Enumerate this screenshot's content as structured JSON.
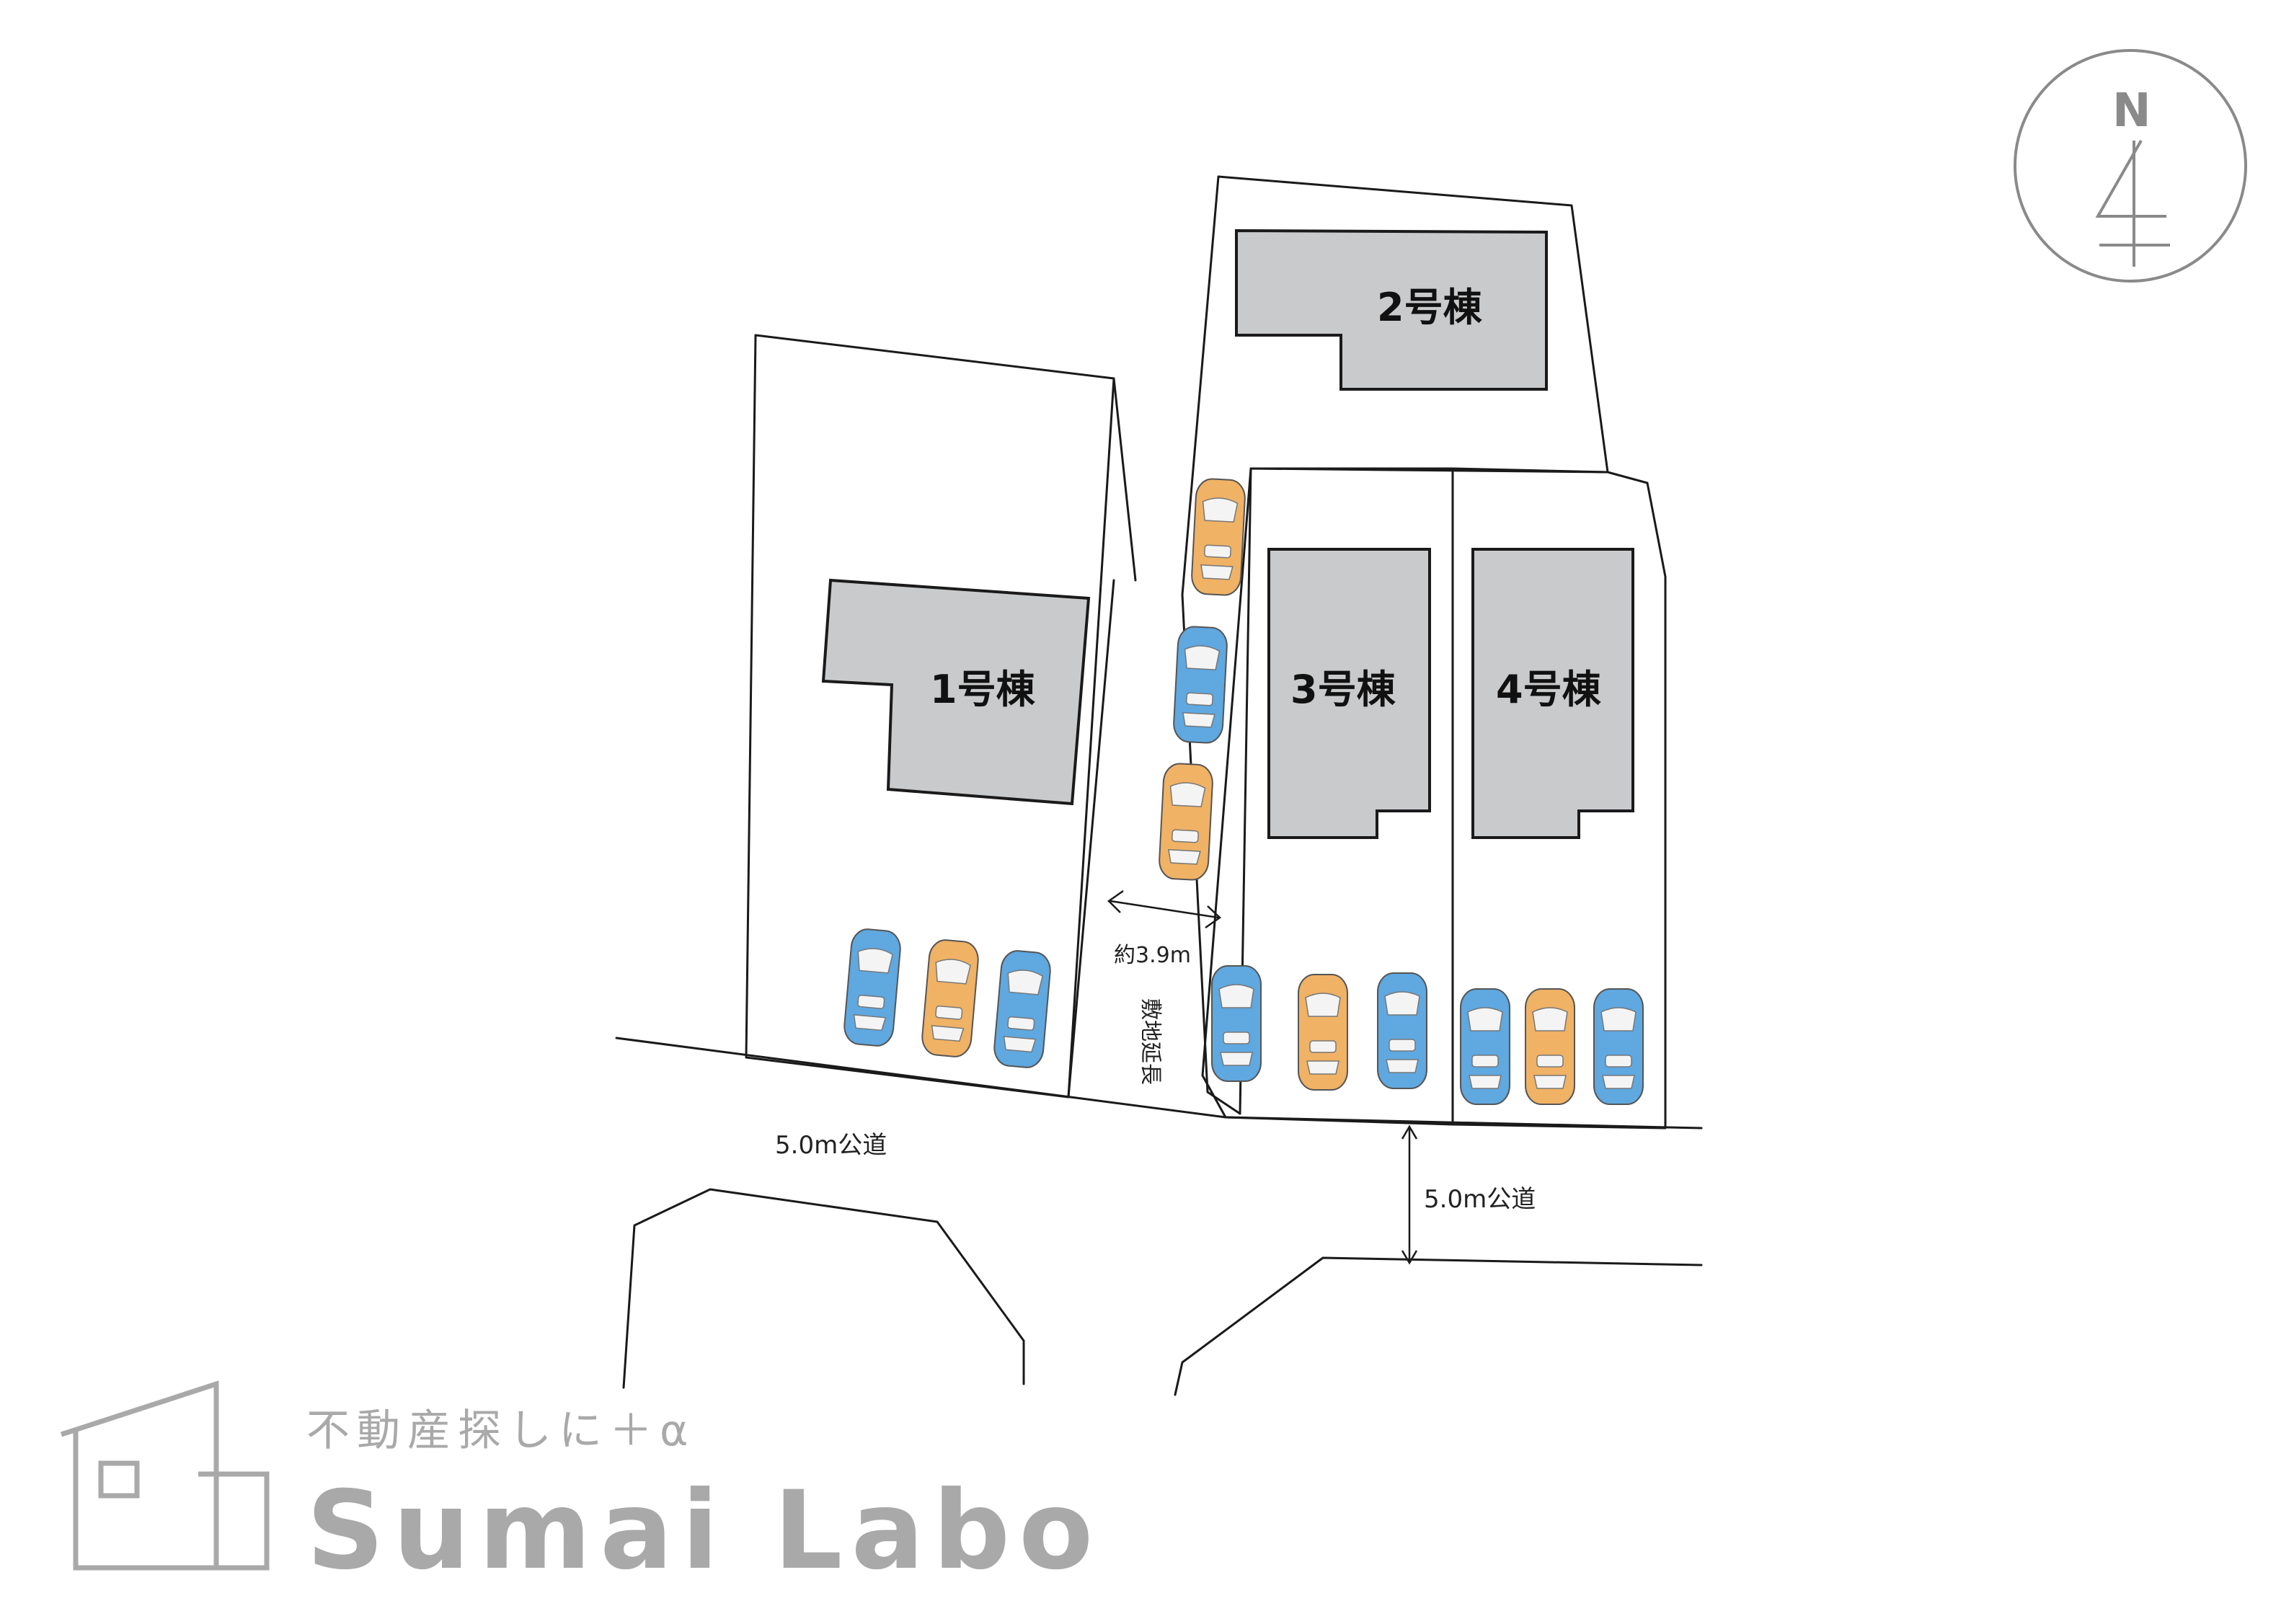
{
  "buildings": {
    "b1": "1号棟",
    "b2": "2号棟",
    "b3": "3号棟",
    "b4": "4号棟"
  },
  "labels": {
    "driveway_width": "約3.9m",
    "driveway_note": "敷地延長",
    "road_left": "5.0m公道",
    "road_right": "5.0m公道"
  },
  "compass": {
    "letter": "N",
    "icon": "north-arrow-icon"
  },
  "logo": {
    "tagline": "不動産探しに＋α",
    "brand": "Sumai Labo",
    "icon": "house-outline-icon"
  },
  "colors": {
    "car_blue": "#5fa8e0",
    "car_orange": "#f0b265",
    "building": "#c9cacc",
    "logo_gray": "#a9a9a9"
  }
}
